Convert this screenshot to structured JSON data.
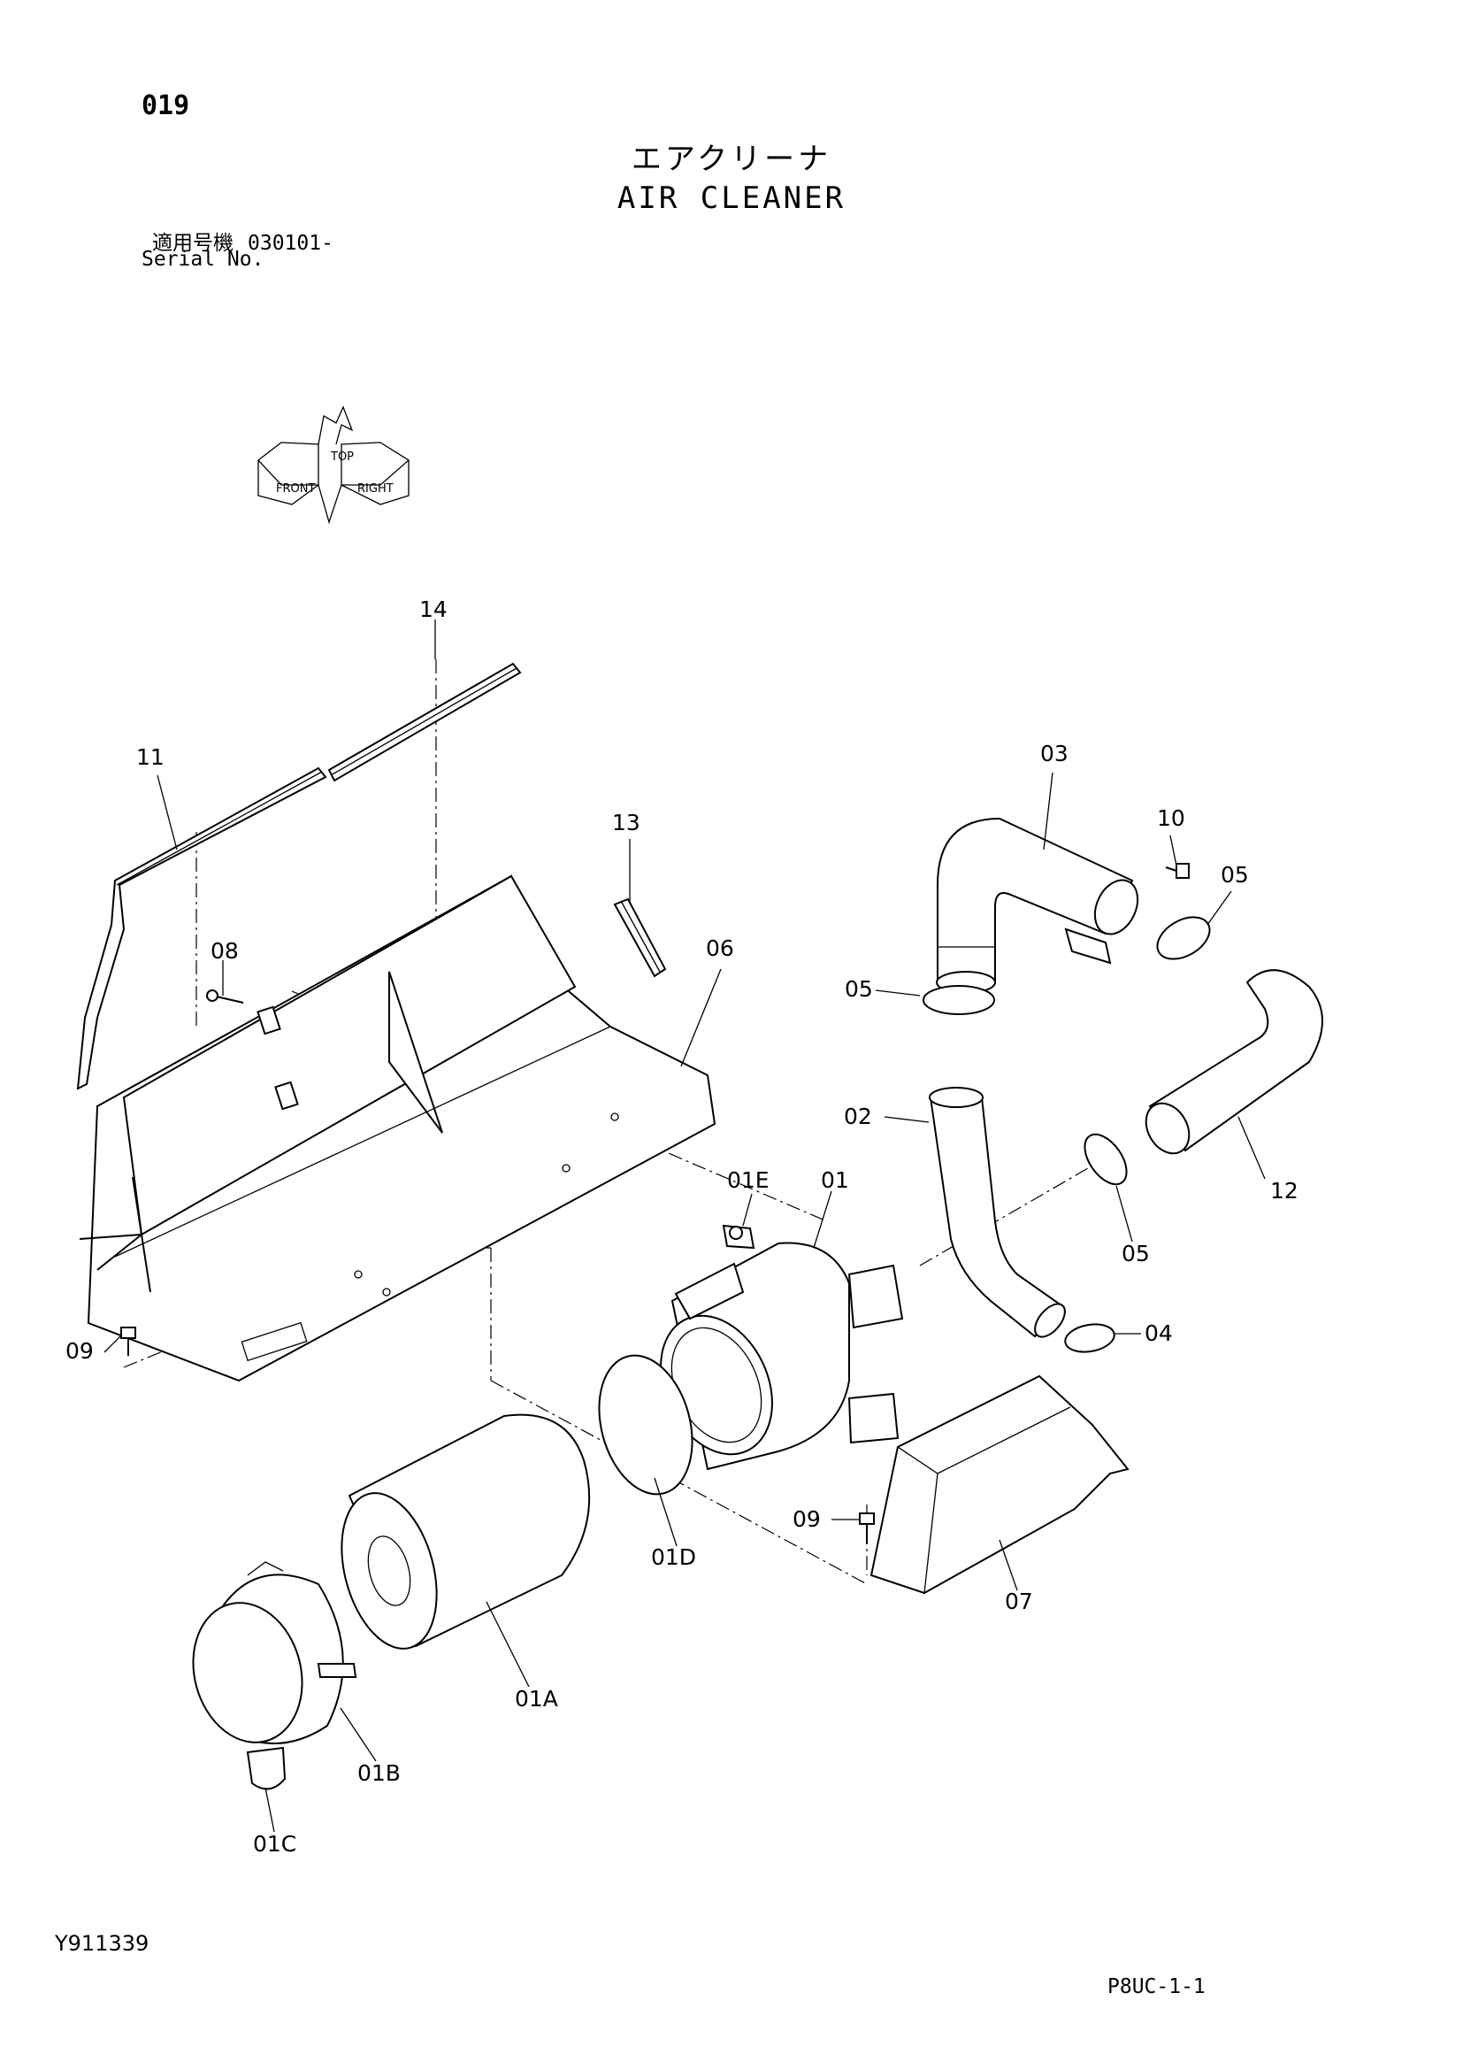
{
  "header": {
    "page_number": "019",
    "title_jp": "エアクリーナ",
    "title_en": "AIR CLEANER",
    "serial_label_jp": "適用号機",
    "serial_value": "030101-",
    "serial_label_en": "Serial No."
  },
  "orientation_marker": {
    "icon": "orientation-arrows-icon",
    "top": "TOP",
    "front": "FRONT",
    "right": "RIGHT"
  },
  "callouts": {
    "p01": "01",
    "p01A": "01A",
    "p01B": "01B",
    "p01C": "01C",
    "p01D": "01D",
    "p01E": "01E",
    "p02": "02",
    "p03": "03",
    "p04": "04",
    "p05a": "05",
    "p05b": "05",
    "p05c": "05",
    "p06": "06",
    "p07": "07",
    "p08": "08",
    "p09a": "09",
    "p09b": "09",
    "p10": "10",
    "p11": "11",
    "p12": "12",
    "p13": "13",
    "p14": "14"
  },
  "footer": {
    "document_code": "Y911339",
    "page_code": "P8UC-1-1"
  }
}
